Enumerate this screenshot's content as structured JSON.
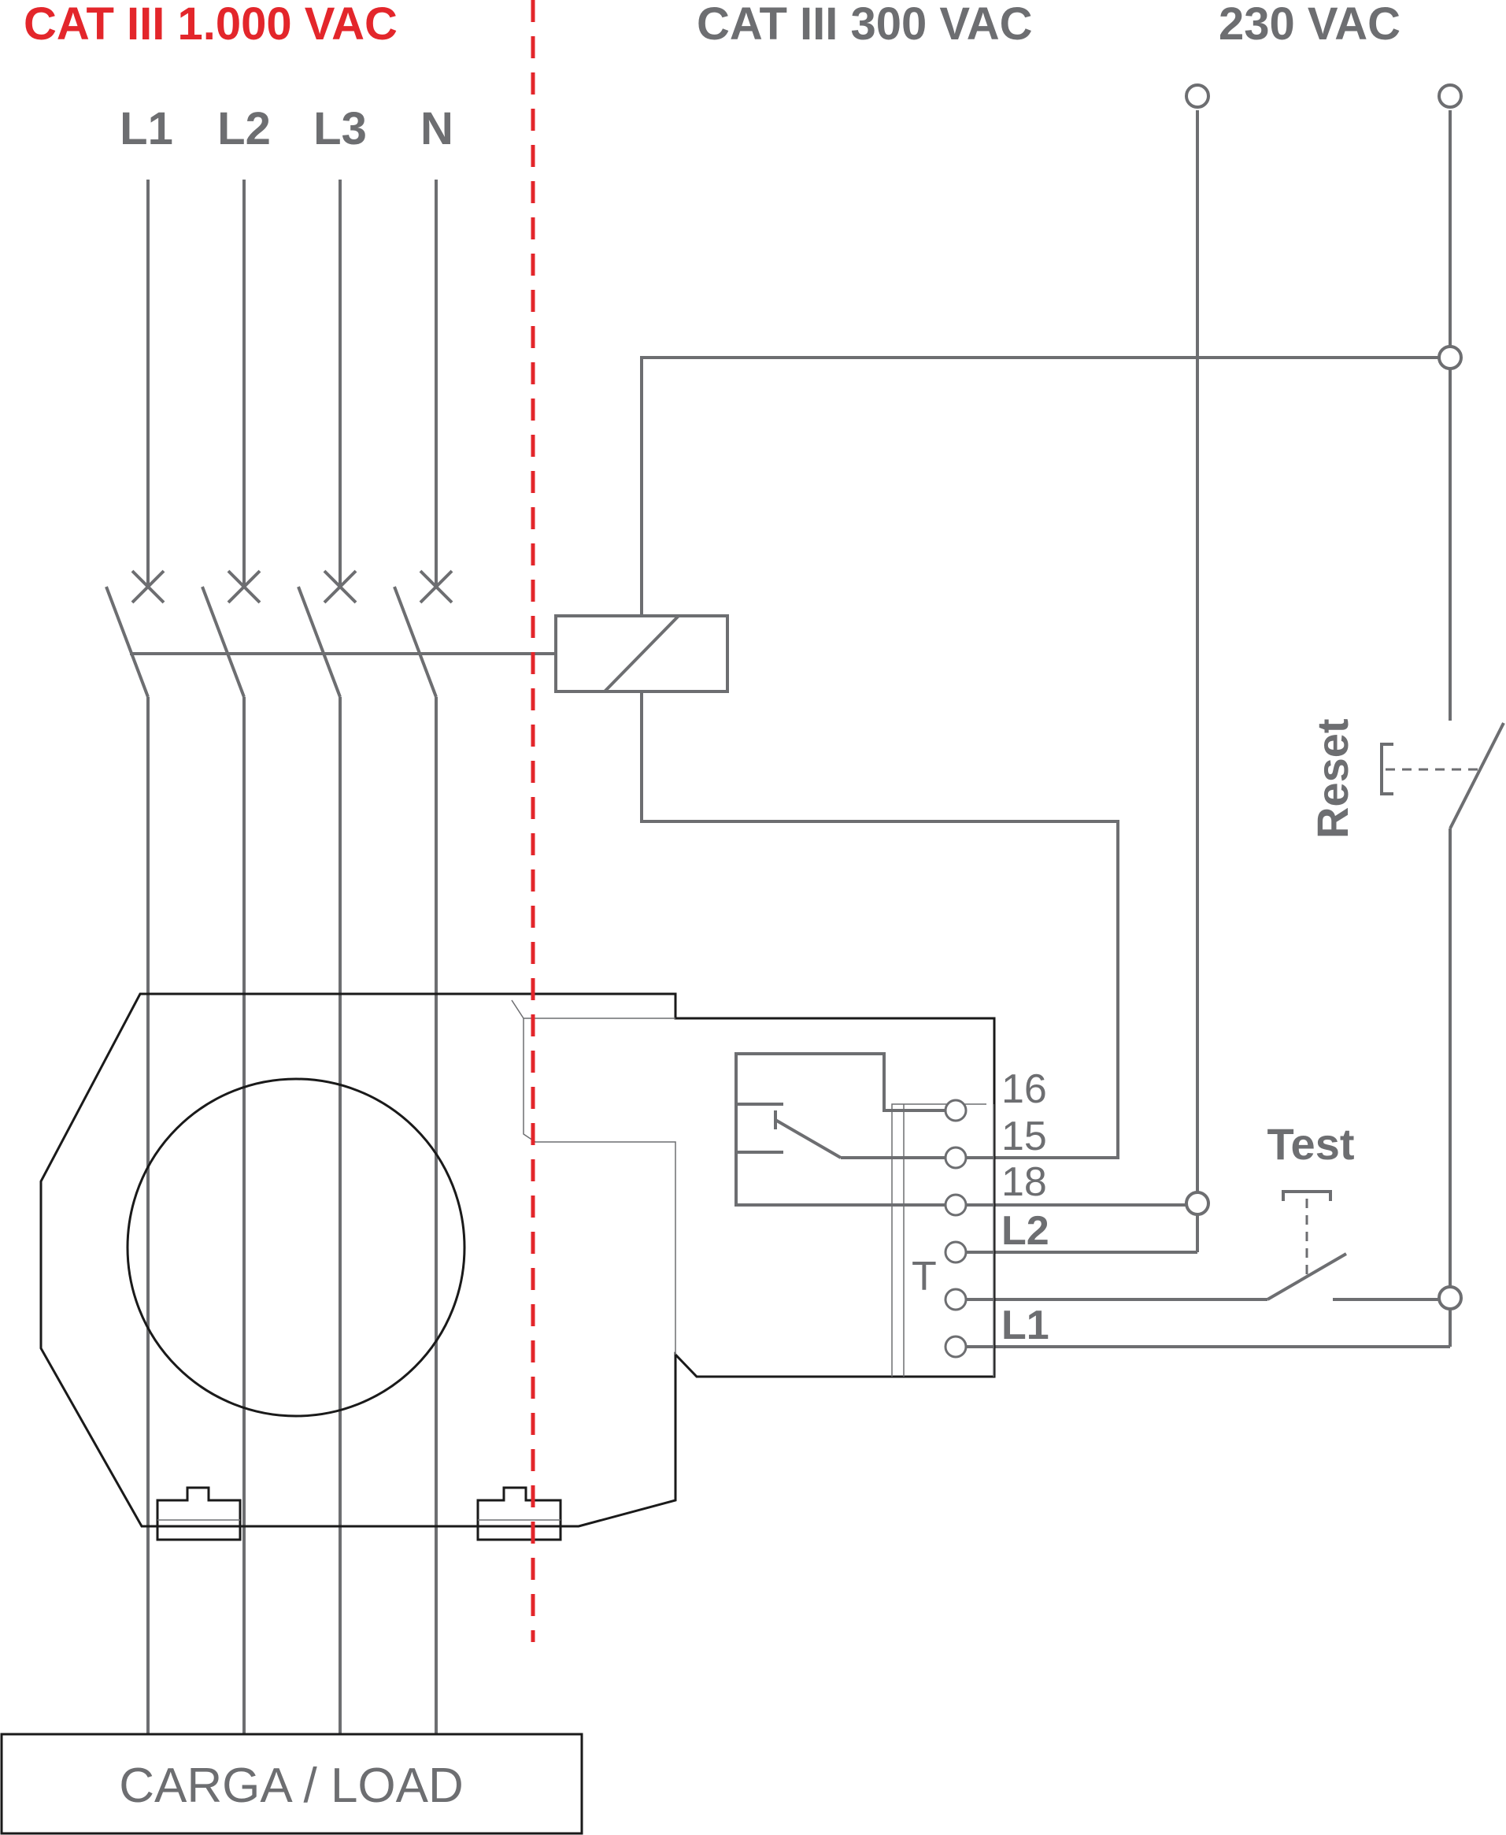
{
  "headers": {
    "zone_left": "CAT III 1.000 VAC",
    "zone_right": "CAT III 300 VAC",
    "supply": "230 VAC"
  },
  "phases": [
    "L1",
    "L2",
    "L3",
    "N"
  ],
  "terminals": {
    "t16": "16",
    "t15": "15",
    "t18": "18",
    "l2": "L2",
    "t": "T",
    "l1": "L1"
  },
  "buttons": {
    "reset": "Reset",
    "test": "Test"
  },
  "load": "CARGA / LOAD",
  "colors": {
    "wire": "#6d6e71",
    "outline": "#1a1a1a",
    "category_boundary": "#e3262b"
  }
}
